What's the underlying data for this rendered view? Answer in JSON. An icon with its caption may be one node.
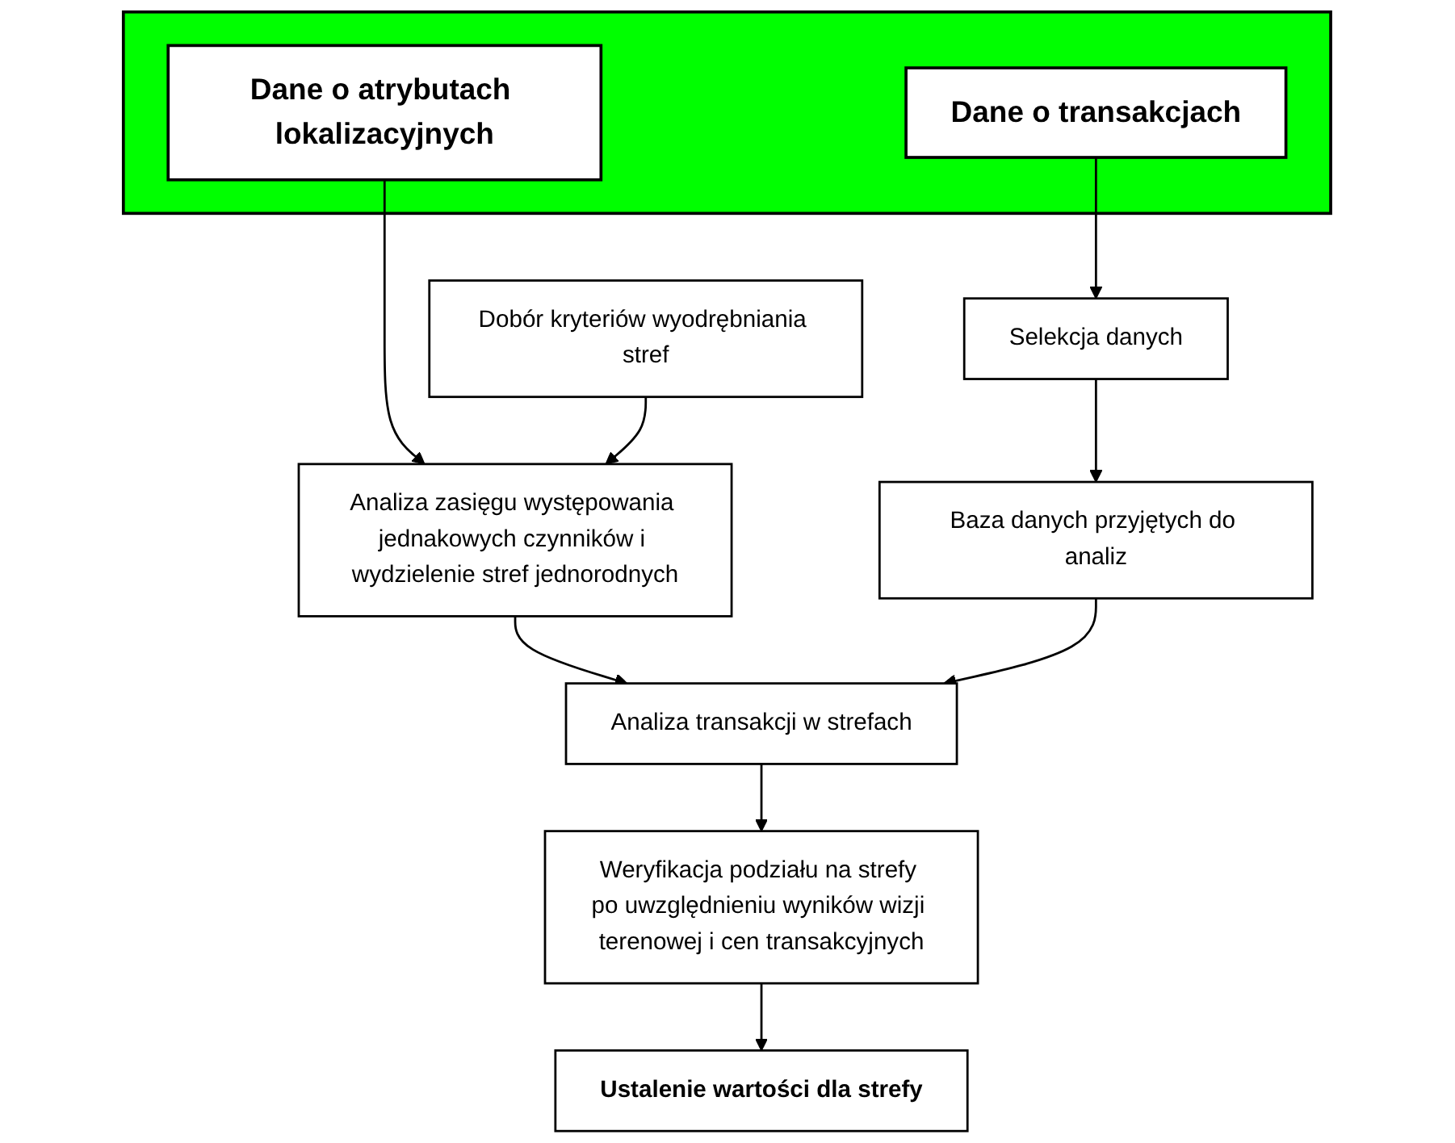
{
  "diagram": {
    "nodes": [
      {
        "text": [],
        "shape": "bar"
      },
      {
        "text": [
          "Dane o atrybutach lokalizacyjnych"
        ],
        "in": 0
      },
      {
        "text": [
          "Dane o transakcjach"
        ],
        "in": 0
      },
      {
        "text": [
          "Dobór kryteriów wyodrębniania stref"
        ]
      },
      {
        "text": [
          "Analiza zasięgu występowania jednakowych czynników i wydzielenie stref jednorodnych"
        ]
      },
      {
        "text": [
          "Selekcja danych"
        ]
      },
      {
        "text": [
          "Baza danych przyjętych do analiz"
        ]
      },
      {
        "text": [
          "Analiza transakcji w strefach"
        ]
      },
      {
        "text": [
          "Weryfikacja podziału na strefy po uwzględnieniu wyników wizji terenowej i cen transakcyjnych"
        ]
      },
      {
        "text": [
          "Ustalenie wartości dla strefy"
        ]
      }
    ],
    "edges": [
      {
        "from": 1,
        "to": 4,
        "arrow": "to"
      },
      {
        "from": 3,
        "to": 4,
        "arrow": "to"
      },
      {
        "from": 2,
        "to": 5,
        "arrow": "to"
      },
      {
        "from": 5,
        "to": 6,
        "arrow": "to"
      },
      {
        "from": 4,
        "to": 7,
        "arrow": "to"
      },
      {
        "from": 6,
        "to": 7,
        "arrow": "to"
      },
      {
        "from": 7,
        "to": 8,
        "arrow": "to"
      },
      {
        "from": 8,
        "to": 9,
        "arrow": "to"
      }
    ]
  }
}
